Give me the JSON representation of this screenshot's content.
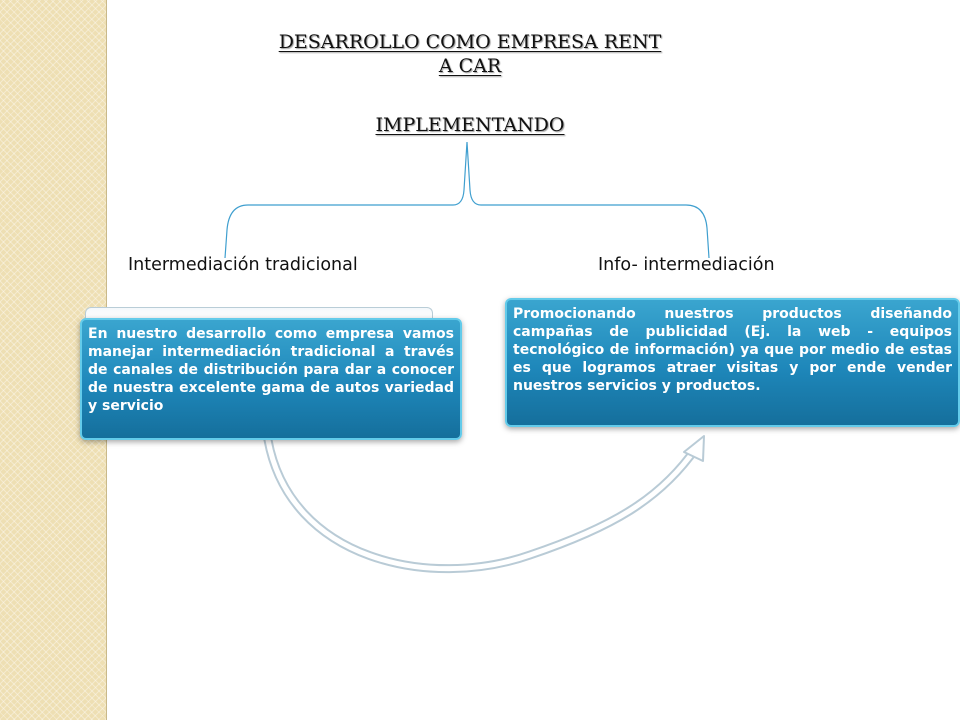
{
  "slide": {
    "title_line1": "DESARROLLO COMO EMPRESA RENT",
    "title_line2": "A CAR",
    "subtitle": "IMPLEMENTANDO"
  },
  "branches": {
    "left_label": "Intermediación tradicional",
    "right_label": "Info- intermediación"
  },
  "boxes": {
    "left_text": "En nuestro desarrollo como empresa vamos manejar intermediación tradicional a través de canales de distribución para dar a conocer de nuestra excelente gama de autos variedad y servicio",
    "right_text": "Promocionando nuestros productos diseñando campañas de publicidad (Ej. la web - equipos tecnológico de información) ya que por medio de estas es que logramos atraer visitas y por ende vender nuestros servicios y productos."
  },
  "colors": {
    "box_fill": "#1e87ba",
    "box_border": "#63cbea",
    "bracket": "#3f9fcf",
    "strip": "#eedfb3"
  }
}
